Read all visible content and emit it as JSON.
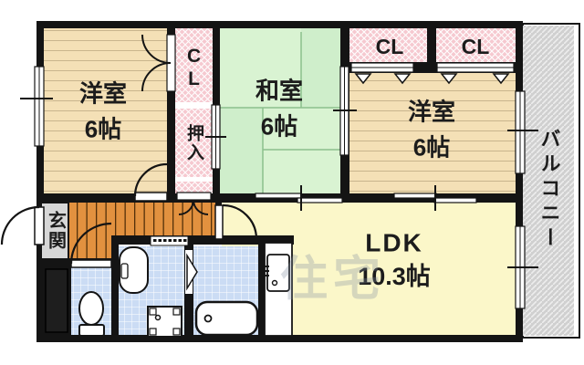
{
  "rooms": {
    "yoshitsu_left": {
      "name": "洋室",
      "size": "6帖"
    },
    "washitsu": {
      "name": "和室",
      "size": "6帖"
    },
    "yoshitsu_right": {
      "name": "洋室",
      "size": "6帖"
    },
    "ldk": {
      "name": "LDK",
      "size": "10.3帖"
    },
    "balcony": {
      "name": "バルコニー"
    },
    "genkan": {
      "name": "玄関"
    },
    "oshiire": {
      "name": "押入"
    },
    "closet_west": {
      "name": "CL"
    },
    "closet_north_left": {
      "name": "CL"
    },
    "closet_north_right": {
      "name": "CL"
    }
  },
  "watermark": "住宅",
  "colors": {
    "wall": "#141414",
    "wood_floor": "#F4E0B6",
    "tatami": "#D9F3D2",
    "closet_pink": "#F6C9D0",
    "hallway_orange": "#E2913F",
    "tile_blue": "#CBDCF4",
    "ldk_yellow": "#FBF7C9",
    "balcony_gray": "#D0D0D0",
    "genkan_label_bg": "#D7D7D7"
  }
}
